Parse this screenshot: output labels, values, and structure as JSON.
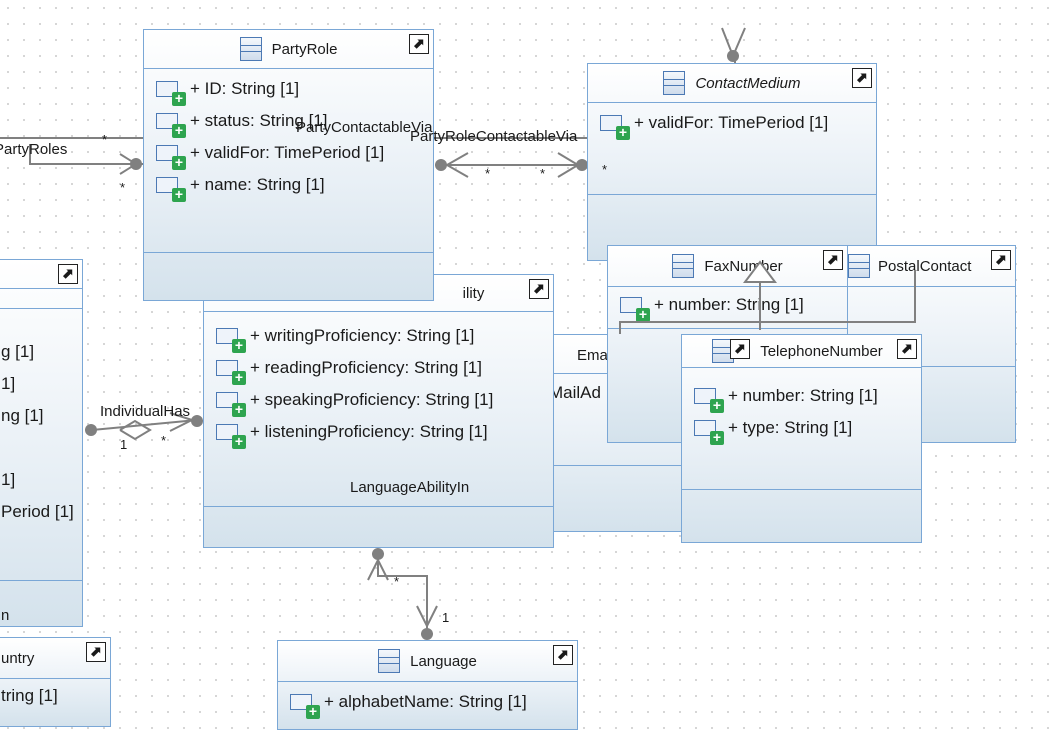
{
  "classes": {
    "party_role": {
      "name": "PartyRole",
      "attributes": [
        "+ ID: String [1]",
        "+ status: String [1]",
        "+ validFor: TimePeriod [1]",
        "+ name: String [1]"
      ]
    },
    "contact_medium": {
      "name": "ContactMedium",
      "attributes": [
        "+ validFor: TimePeriod [1]"
      ]
    },
    "fax_number": {
      "name": "FaxNumber",
      "attributes": [
        "+ number: String [1]"
      ]
    },
    "postal_contact": {
      "name": "PostalContact"
    },
    "telephone_number": {
      "name": "TelephoneNumber",
      "attributes": [
        "+ number: String [1]",
        "+ type: String [1]"
      ]
    },
    "email_contact": {
      "name_fragment": "Ema",
      "attr_fragment": "MailAd"
    },
    "language_ability": {
      "name_fragment": "ility",
      "attributes": [
        "+ writingProficiency: String [1]",
        "+ readingProficiency: String [1]",
        "+ speakingProficiency: String [1]",
        "+ listeningProficiency: String [1]"
      ],
      "footer_label": "LanguageAbilityIn"
    },
    "individual": {
      "attributes": [
        "g [1]",
        "1]",
        "ng [1]",
        "1]",
        "Period [1]"
      ],
      "footer_fragment": "n"
    },
    "country": {
      "name_fragment": "untry",
      "attributes": [
        "tring [1]"
      ]
    },
    "language": {
      "name": "Language",
      "attributes": [
        "+ alphabetName: String [1]"
      ]
    }
  },
  "associations": {
    "party_roles": "PartyRoles",
    "party_contactable_via": "PartyContactableVia",
    "party_role_contactable_via": "PartyRoleContactableVia",
    "individual_has": "IndividualHas",
    "language_ability_in": "LanguageAbilityIn"
  },
  "multiplicities": {
    "star": "*",
    "one": "1"
  },
  "colors": {
    "border": "#7aa7d6",
    "line": "#808080",
    "icon_green": "#2ea44f"
  }
}
